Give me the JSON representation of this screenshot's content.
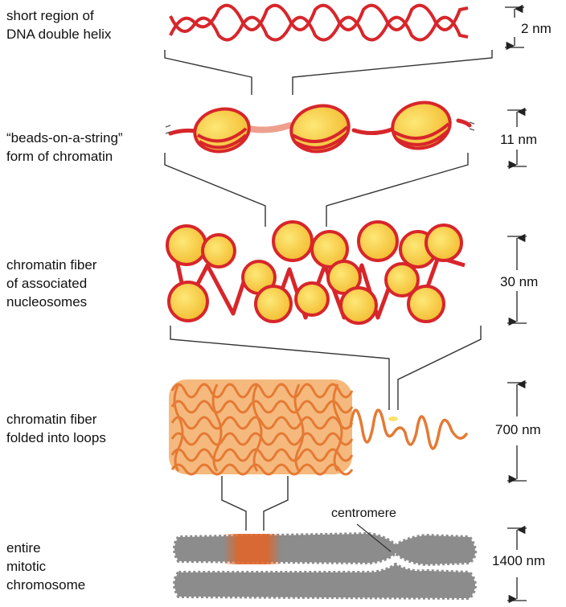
{
  "levels": [
    {
      "label_lines": [
        "short region of",
        "DNA double helix"
      ],
      "scale": "2 nm"
    },
    {
      "label_lines": [
        "“beads-on-a-string”",
        "form of chromatin"
      ],
      "scale": "11 nm"
    },
    {
      "label_lines": [
        "chromatin fiber",
        "of associated",
        "nucleosomes"
      ],
      "scale": "30 nm"
    },
    {
      "label_lines": [
        "chromatin fiber",
        "folded into loops"
      ],
      "scale": "700 nm"
    },
    {
      "label_lines": [
        "entire",
        "mitotic",
        "chromosome"
      ],
      "scale": "1400 nm"
    }
  ],
  "centromere_label": "centromere",
  "colors": {
    "dna_red": "#d7262b",
    "histone_yellow": "#f6c63a",
    "histone_light": "#fbe36a",
    "linker_pink": "#eea08f",
    "fiber_orange": "#e57a34",
    "fiber_light": "#f5b97e",
    "chromosome_gray": "#8c8c8c",
    "highlight_orange": "#e0652a",
    "line": "#333333"
  }
}
